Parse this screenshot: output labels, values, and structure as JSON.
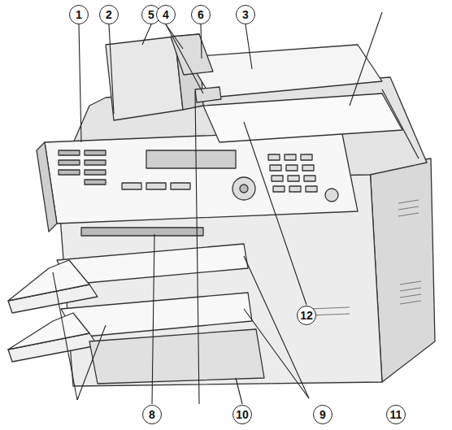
{
  "diagram": {
    "labels": [
      "1",
      "2",
      "5",
      "4",
      "6",
      "3",
      "12",
      "8",
      "10",
      "9",
      "11"
    ]
  }
}
